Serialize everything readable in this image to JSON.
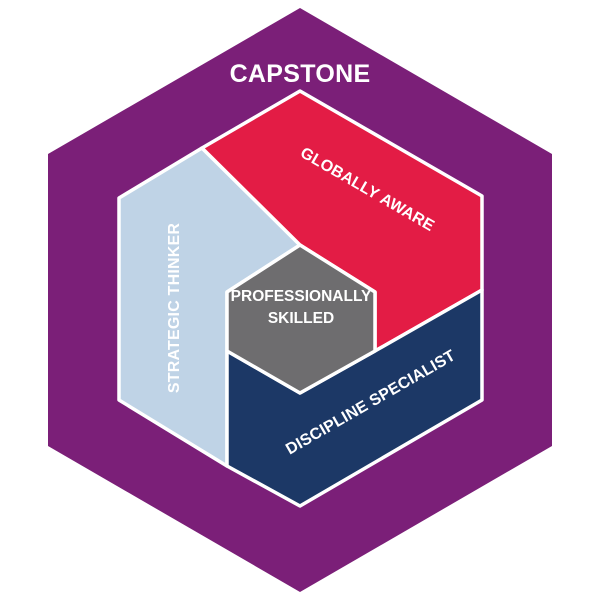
{
  "title": "CAPSTONE",
  "segments": {
    "globally_aware": "GLOBALLY AWARE",
    "strategic_thinker": "STRATEGIC THINKER",
    "discipline_specialist": "DISCIPLINE SPECIALIST"
  },
  "core": {
    "line1": "PROFESSIONALLY",
    "line2": "SKILLED"
  },
  "colors": {
    "outer": "#7b1f78",
    "globally_aware": "#e31c45",
    "strategic_thinker": "#bfd3e6",
    "discipline_specialist": "#1c3866",
    "core": "#6e6d6f",
    "stroke": "#ffffff"
  }
}
